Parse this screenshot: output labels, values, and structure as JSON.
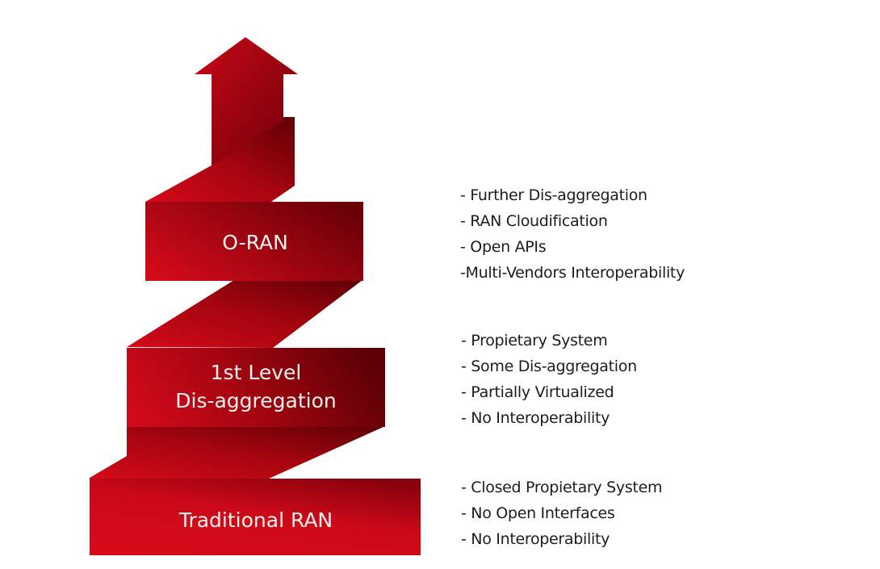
{
  "diagram": {
    "colors": {
      "bright_red": "#d20a19",
      "dark_red": "#5c0006",
      "text_on_shape": "#f4f0f0",
      "bullet_text": "#1c1c1c"
    },
    "arrow_icon": "up-arrow-icon",
    "stages": [
      {
        "name": "oran",
        "label_lines": [
          "O-RAN"
        ],
        "bullets": [
          "- Further Dis-aggregation",
          "- RAN Cloudification",
          "- Open APIs",
          "-Multi-Vendors Interoperability"
        ]
      },
      {
        "name": "disaggregation",
        "label_lines": [
          "1st Level",
          "Dis-aggregation"
        ],
        "bullets": [
          "- Propietary System",
          "- Some Dis-aggregation",
          "- Partially Virtualized",
          "- No Interoperability"
        ]
      },
      {
        "name": "traditional",
        "label_lines": [
          "Traditional RAN"
        ],
        "bullets": [
          "- Closed Propietary System",
          "- No Open Interfaces",
          "- No Interoperability"
        ]
      }
    ]
  }
}
